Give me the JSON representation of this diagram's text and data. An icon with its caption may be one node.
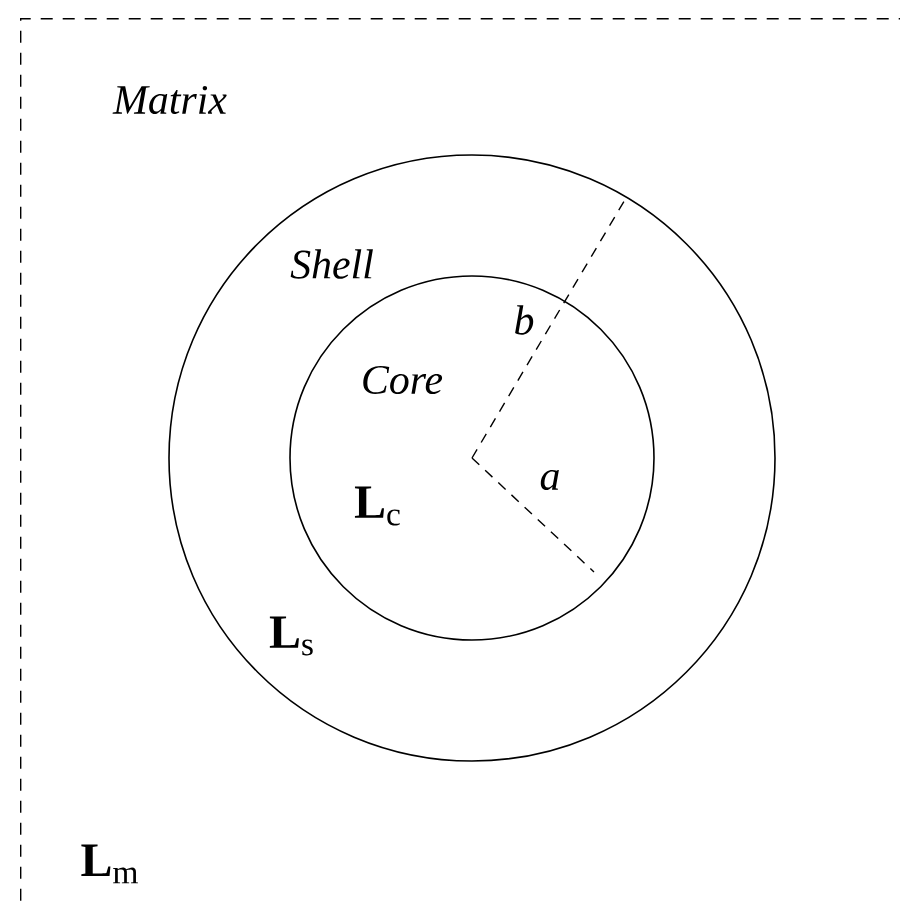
{
  "diagram": {
    "nodes": [
      {
        "text": [
          "Matrix",
          "**L**$_{m}$"
        ]
      },
      {
        "text": [
          "Shell",
          "**L**$_{s}$"
        ],
        "in": 0
      },
      {
        "text": [
          "Core",
          "**L**$_{c}$"
        ],
        "in": 1
      }
    ],
    "labels": [
      "b",
      "a"
    ]
  }
}
